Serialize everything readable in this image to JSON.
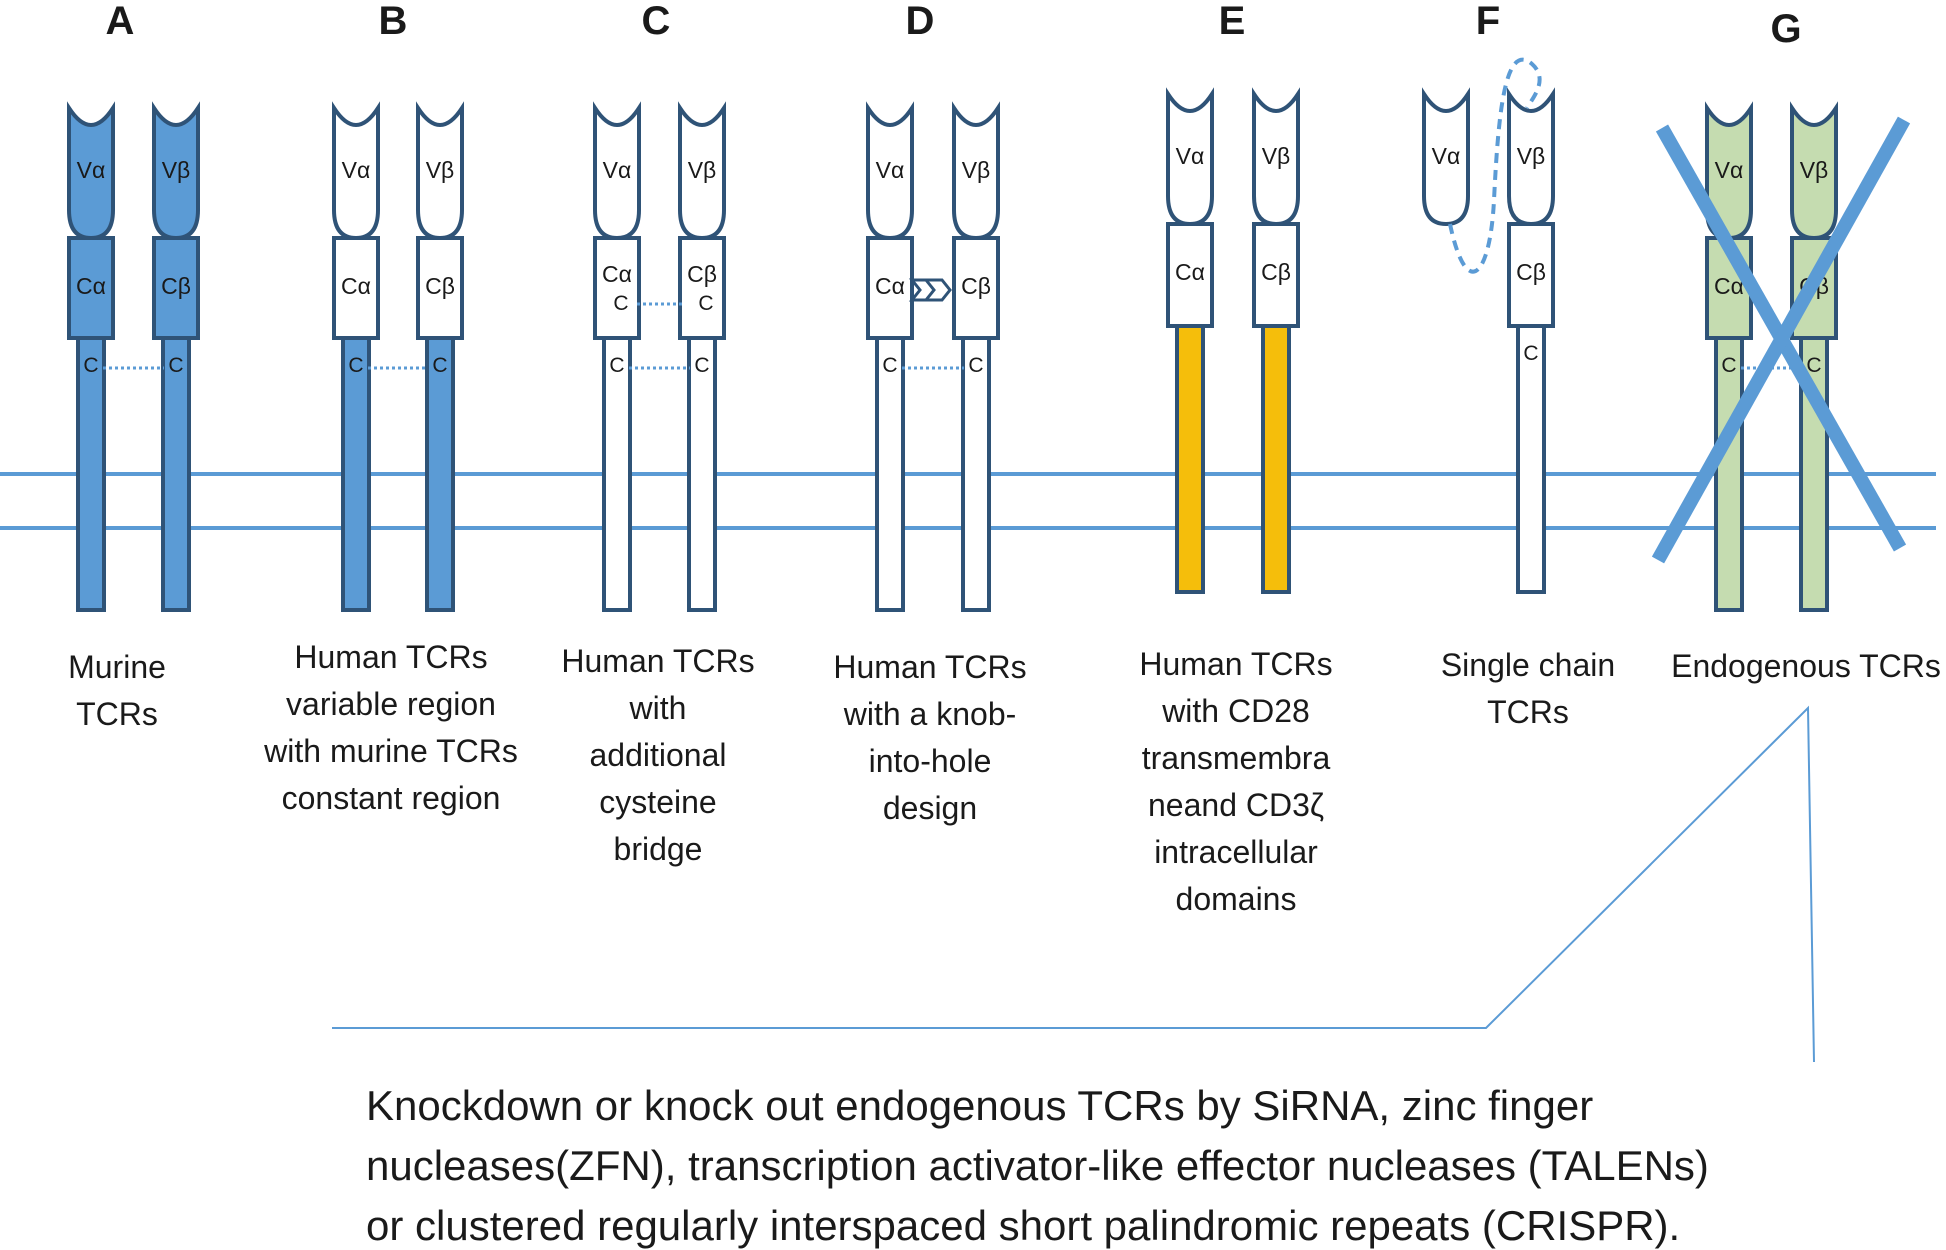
{
  "colors": {
    "blue_fill": "#5b9bd5",
    "outline": "#2f5377",
    "membrane": "#5b9bd5",
    "orange_fill": "#f5be0b",
    "green_fill": "#c5dcb0",
    "callout": "#5b9bd5"
  },
  "panels": [
    {
      "letter": "A",
      "caption": [
        "Murine",
        "TCRs"
      ],
      "alpha_v": "Vα",
      "beta_v": "Vβ",
      "alpha_c": "Cα",
      "beta_c": "Cβ",
      "cys_alpha": "C",
      "cys_beta": "C",
      "extra_cys_alpha": "",
      "extra_cys_beta": ""
    },
    {
      "letter": "B",
      "caption": [
        "Human TCRs",
        "variable region",
        "with murine TCRs",
        "constant region"
      ],
      "alpha_v": "Vα",
      "beta_v": "Vβ",
      "alpha_c": "Cα",
      "beta_c": "Cβ",
      "cys_alpha": "C",
      "cys_beta": "C",
      "extra_cys_alpha": "",
      "extra_cys_beta": ""
    },
    {
      "letter": "C",
      "caption": [
        "Human TCRs",
        "with",
        "additional",
        "cysteine",
        "bridge"
      ],
      "alpha_v": "Vα",
      "beta_v": "Vβ",
      "alpha_c": "Cα",
      "beta_c": "Cβ",
      "cys_alpha": "C",
      "cys_beta": "C",
      "extra_cys_alpha": "C",
      "extra_cys_beta": "C"
    },
    {
      "letter": "D",
      "caption": [
        "Human TCRs",
        "with a knob-",
        "into-hole",
        "design"
      ],
      "alpha_v": "Vα",
      "beta_v": "Vβ",
      "alpha_c": "Cα",
      "beta_c": "Cβ",
      "cys_alpha": "C",
      "cys_beta": "C",
      "extra_cys_alpha": "",
      "extra_cys_beta": ""
    },
    {
      "letter": "E",
      "caption": [
        "Human TCRs",
        "with CD28",
        "transmembra",
        "neand CD3ζ",
        "intracellular",
        "domains"
      ],
      "alpha_v": "Vα",
      "beta_v": "Vβ",
      "alpha_c": "Cα",
      "beta_c": "Cβ",
      "cys_alpha": "",
      "cys_beta": "",
      "extra_cys_alpha": "",
      "extra_cys_beta": ""
    },
    {
      "letter": "F",
      "caption": [
        "Single chain",
        "TCRs"
      ],
      "alpha_v": "Vα",
      "beta_v": "Vβ",
      "alpha_c": "",
      "beta_c": "Cβ",
      "cys_alpha": "",
      "cys_beta": "C",
      "extra_cys_alpha": "",
      "extra_cys_beta": ""
    },
    {
      "letter": "G",
      "caption": [
        "Endogenous TCRs"
      ],
      "alpha_v": "Vα",
      "beta_v": "Vβ",
      "alpha_c": "Cα",
      "beta_c": "Cβ",
      "cys_alpha": "C",
      "cys_beta": "C",
      "extra_cys_alpha": "",
      "extra_cys_beta": ""
    }
  ],
  "footnote": [
    "Knockdown or knock out endogenous TCRs by SiRNA, zinc finger",
    "nucleases(ZFN), transcription activator-like effector nucleases (TALENs)",
    "or clustered regularly interspaced short palindromic repeats (CRISPR)."
  ]
}
